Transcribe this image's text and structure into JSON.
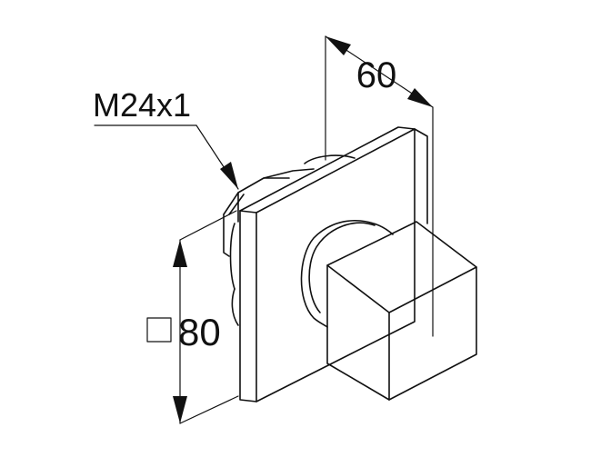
{
  "drawing": {
    "dimension_width": "60",
    "dimension_thread": "M24x1",
    "dimension_square": "80"
  },
  "colors": {
    "line": "#111111",
    "background": "#ffffff"
  }
}
